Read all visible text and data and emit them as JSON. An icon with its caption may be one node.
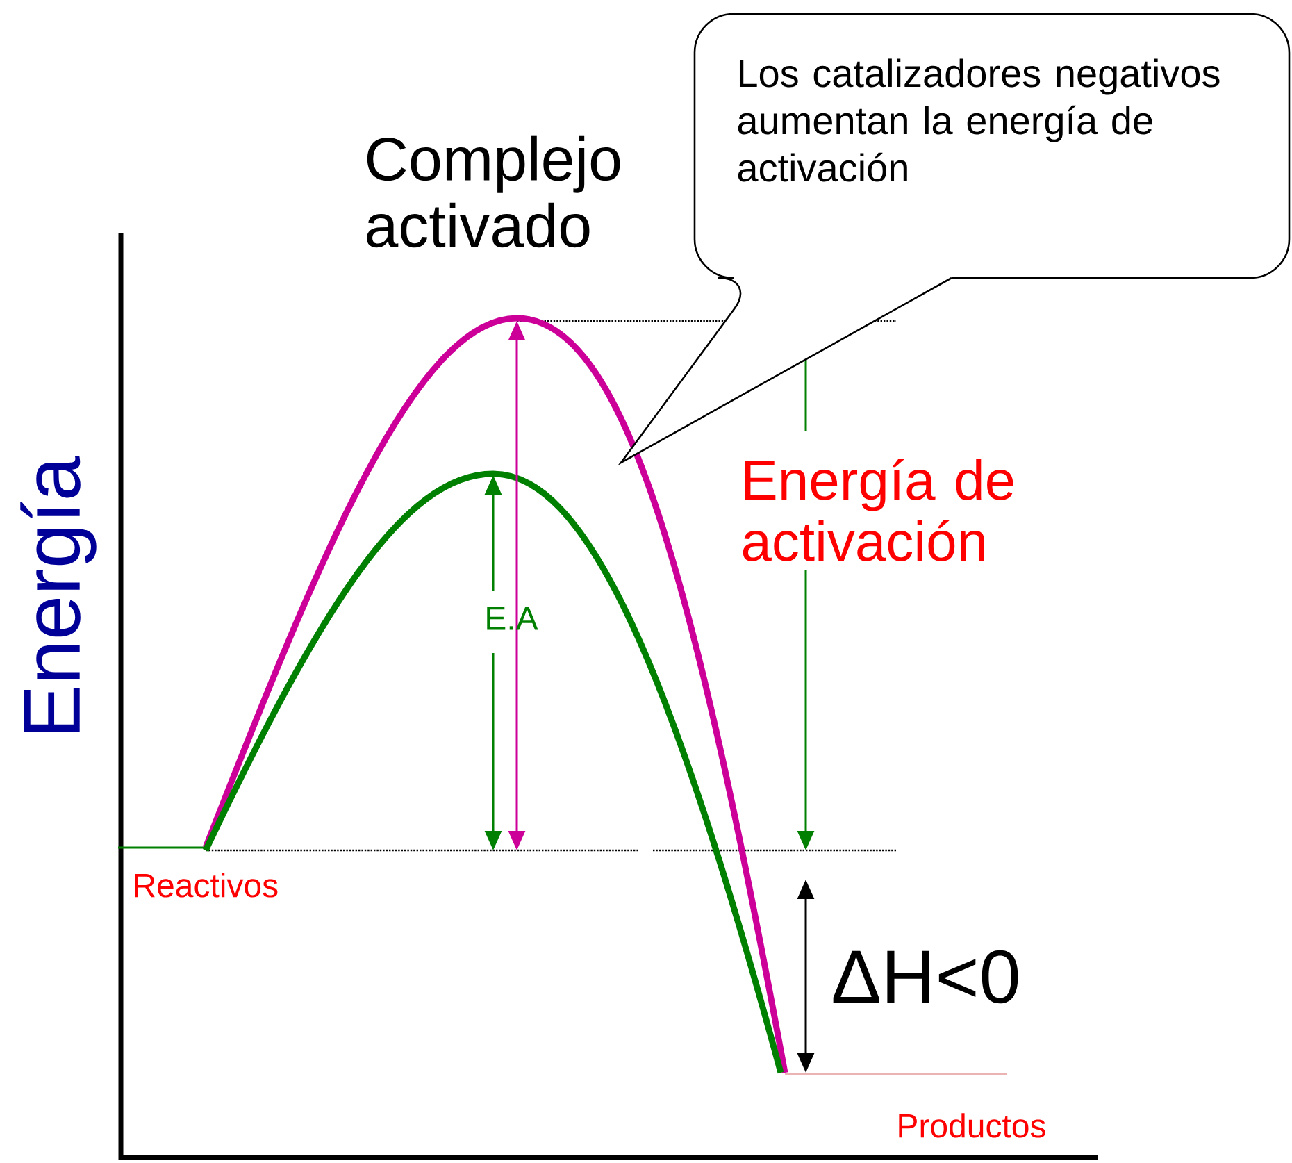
{
  "diagram": {
    "nodes": [
      {
        "text": [
          "Los catalizadores negativos aumentan la energía de activación"
        ]
      }
    ],
    "labels": [
      "Complejo activado",
      "Energía",
      "Energía de activación",
      "E.A",
      "Reactivos",
      "ΔH<0",
      "Productos"
    ]
  }
}
